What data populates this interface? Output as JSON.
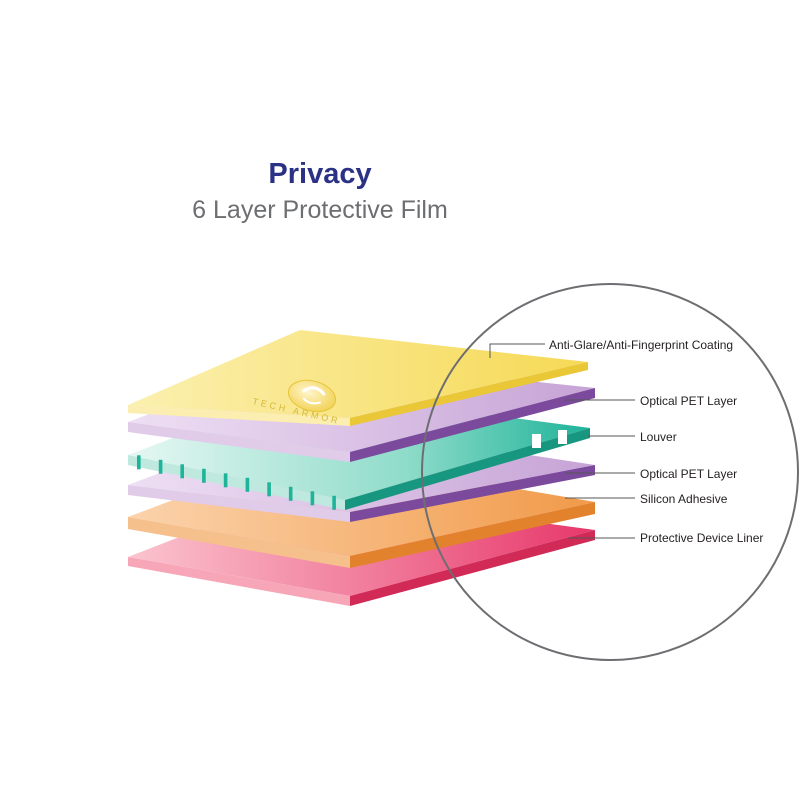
{
  "header": {
    "title": "Privacy",
    "subtitle": "6 Layer Protective Film"
  },
  "logo": {
    "text": "TECH ARMOR"
  },
  "colors": {
    "title": "#2b3286",
    "subtitle": "#6d6e71",
    "label": "#231f20",
    "callout_line": "#555555",
    "circle": "#6d6e71",
    "coating": "#f8e27a",
    "pet_purple": "#c9a8d8",
    "pet_edge": "#7c4a9c",
    "louver": "#1fb39a",
    "adhesive": "#f2a45a",
    "liner": "#e7386a"
  },
  "layers": [
    {
      "name": "Anti-Glare/Anti-Fingerprint Coating",
      "color": "#f8e27a"
    },
    {
      "name": "Optical PET Layer",
      "color": "#c9a8d8"
    },
    {
      "name": "Louver",
      "color": "#1fb39a"
    },
    {
      "name": "Optical PET Layer",
      "color": "#c9a8d8"
    },
    {
      "name": "Silicon Adhesive",
      "color": "#f2a45a"
    },
    {
      "name": "Protective Device Liner",
      "color": "#e7386a"
    }
  ],
  "callouts": {
    "coating": "Anti-Glare/Anti-Fingerprint Coating",
    "pet_top": "Optical PET Layer",
    "louver": "Louver",
    "pet_bottom": "Optical PET Layer",
    "adhesive": "Silicon Adhesive",
    "liner": "Protective Device Liner"
  }
}
